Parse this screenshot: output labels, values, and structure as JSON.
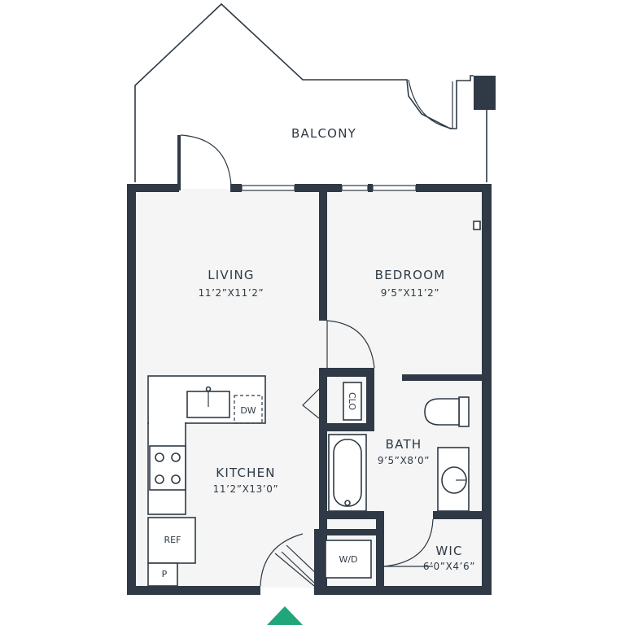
{
  "rooms": {
    "balcony": {
      "label": "BALCONY"
    },
    "living": {
      "label": "LIVING",
      "dims": "11’2”X11’2”"
    },
    "bedroom": {
      "label": "BEDROOM",
      "dims": "9’5”X11’2”"
    },
    "kitchen": {
      "label": "KITCHEN",
      "dims": "11’2”X13’0”"
    },
    "bath": {
      "label": "BATH",
      "dims": "9’5”X8’0”"
    },
    "wic": {
      "label": "WIC",
      "dims": "6’0”X4’6”"
    }
  },
  "fixtures": {
    "dishwasher": "DW",
    "closet": "CLO",
    "refrigerator": "REF",
    "pantry": "P",
    "washer_dryer": "W/D"
  },
  "colors": {
    "wall": "#2f3a46",
    "floor": "#f4f5f4",
    "entry_arrow": "#1fa67a"
  }
}
